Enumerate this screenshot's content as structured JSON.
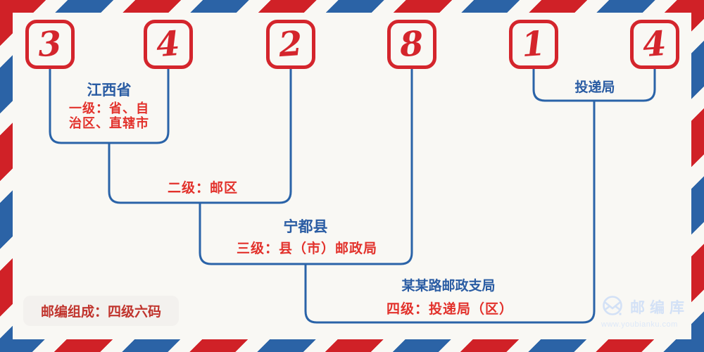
{
  "postal_code": {
    "digits": [
      "3",
      "4",
      "2",
      "8",
      "1",
      "4"
    ],
    "full": "342814"
  },
  "annotations": {
    "level1": {
      "place": "江西省",
      "desc": "一级：省、自治区、直辖市"
    },
    "level2": {
      "desc": "二级：邮区"
    },
    "level3": {
      "place": "宁都县",
      "desc": "三级：县（市）邮政局"
    },
    "level4": {
      "place": "某某路邮政支局",
      "desc": "四级：投递局（区）"
    },
    "delivery": {
      "label": "投递局"
    }
  },
  "badge": {
    "label": "邮编组成：四级六码"
  },
  "watermark": {
    "brand": "邮编库",
    "url": "www.youbianku.com",
    "icon": "envelope-in-circle-icon"
  },
  "colors": {
    "stripe_red": "#d02127",
    "stripe_blue": "#2b63a6",
    "digit_red": "#d4252c",
    "line_blue": "#2a63a8",
    "label_blue": "#2a5ca3",
    "label_red": "#e2312b",
    "badge_red": "#c0342d",
    "badge_bg": "#f3f1ee",
    "background": "#f9f8f4",
    "watermark_blue": "#cfdff5"
  }
}
